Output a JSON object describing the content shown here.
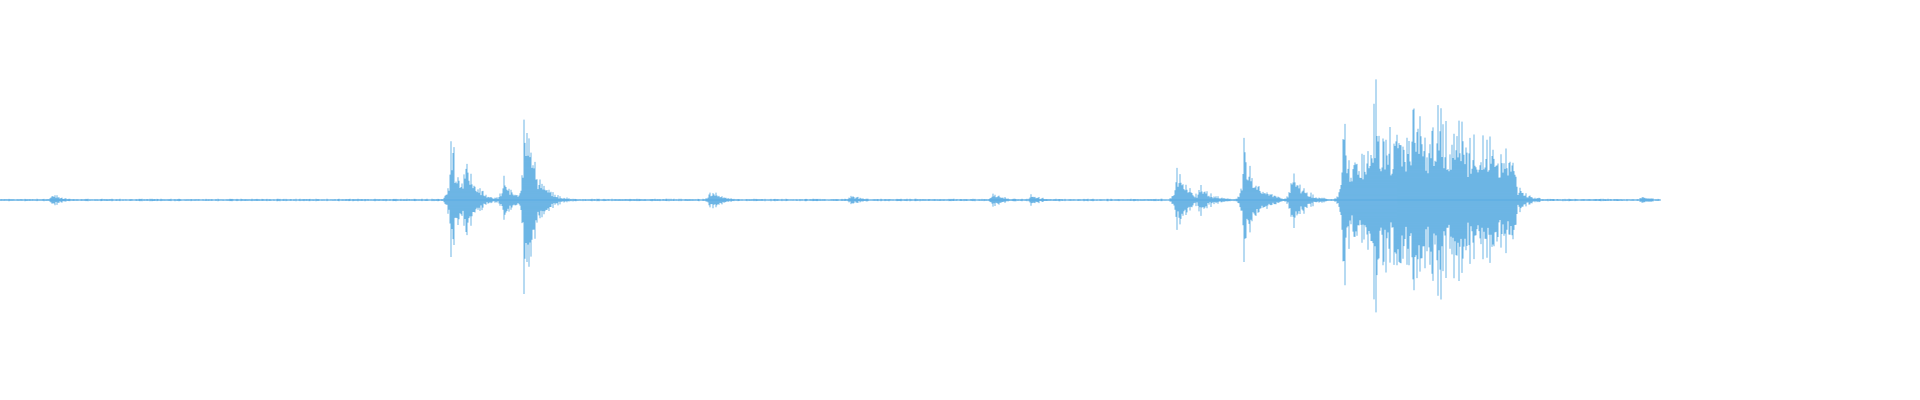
{
  "waveform": {
    "color": "#5dade2",
    "background": "#ffffff",
    "duration_fraction_filled": 0.865,
    "events": [
      {
        "at": 0.027,
        "amp": 0.05
      },
      {
        "at": 0.235,
        "amp": 0.46
      },
      {
        "at": 0.242,
        "amp": 0.3
      },
      {
        "at": 0.262,
        "amp": 0.17
      },
      {
        "at": 0.273,
        "amp": 0.68
      },
      {
        "at": 0.37,
        "amp": 0.08
      },
      {
        "at": 0.443,
        "amp": 0.04
      },
      {
        "at": 0.517,
        "amp": 0.06
      },
      {
        "at": 0.537,
        "amp": 0.04
      },
      {
        "at": 0.613,
        "amp": 0.24
      },
      {
        "at": 0.625,
        "amp": 0.12
      },
      {
        "at": 0.648,
        "amp": 0.44
      },
      {
        "at": 0.673,
        "amp": 0.25
      },
      {
        "at": 0.7,
        "amp": 0.62
      },
      {
        "at": 0.716,
        "amp": 0.88
      },
      {
        "at": 0.736,
        "amp": 0.9
      },
      {
        "at": 0.749,
        "amp": 1.0
      },
      {
        "at": 0.76,
        "amp": 0.72
      },
      {
        "at": 0.772,
        "amp": 0.45
      },
      {
        "at": 0.785,
        "amp": 0.24
      },
      {
        "at": 0.855,
        "amp": 0.03
      }
    ]
  }
}
